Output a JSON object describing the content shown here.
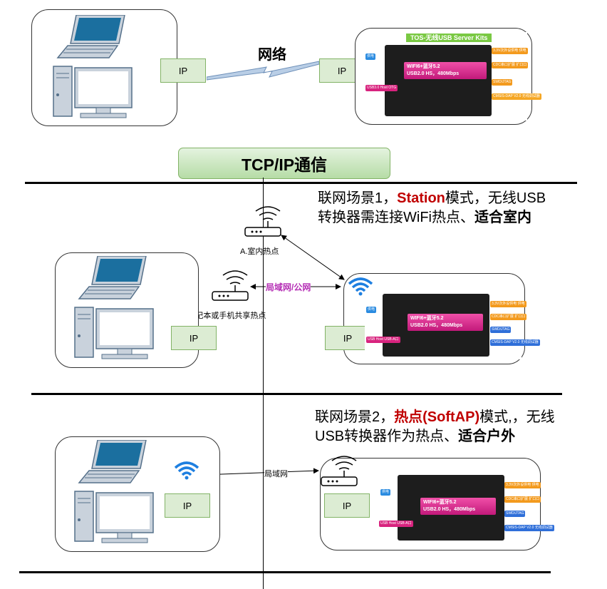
{
  "network_label": "网络",
  "ip_label": "IP",
  "tcp_title": "TCP/IP通信",
  "kit_title": "TOS-无线USB Server Kits",
  "board": {
    "chip_line1": "WIFI6+蓝牙5.2",
    "chip_line2": "USB2.0 HS，480Mbps",
    "tag_power": "供电",
    "tag_usb_host": "USB3.0 Host OTG",
    "tag_usb_a": "USB Host USB-A口",
    "tag_33v": "3.3V次外设供电 供电",
    "tag_cdc": "CDC串口扩展 扩口口",
    "tag_swd": "SWD/JTAG",
    "tag_cmsis": "CMSIS-DAP V2.0 无线调试器"
  },
  "scenario1": {
    "line1_a": "联网场景1，",
    "line1_red": "Station",
    "line1_b": "模式，无线USB",
    "line2_a": "转换器需连接WiFi热点、",
    "line2_bold": "适合室内",
    "router_a_label": "A.室内热点",
    "router_b_label": "B.笔记本或手机共享热点",
    "lan_label": "局域网/公网"
  },
  "scenario2": {
    "line1_a": "联网场景2，",
    "line1_red": "热点(SoftAP)",
    "line1_b": "模式,，无线",
    "line2_a": "USB转换器作为热点、",
    "line2_bold": "适合户外",
    "lan_label": "局域网"
  },
  "colors": {
    "ip_fill": "#dcecd3",
    "ip_border": "#82b366",
    "computer_blue": "#1b6f9f",
    "computer_gray": "#c9d2dc",
    "wifi_blue": "#1e7fe0",
    "lan_pink": "#b52fb5",
    "highlight_red": "#c00000"
  }
}
